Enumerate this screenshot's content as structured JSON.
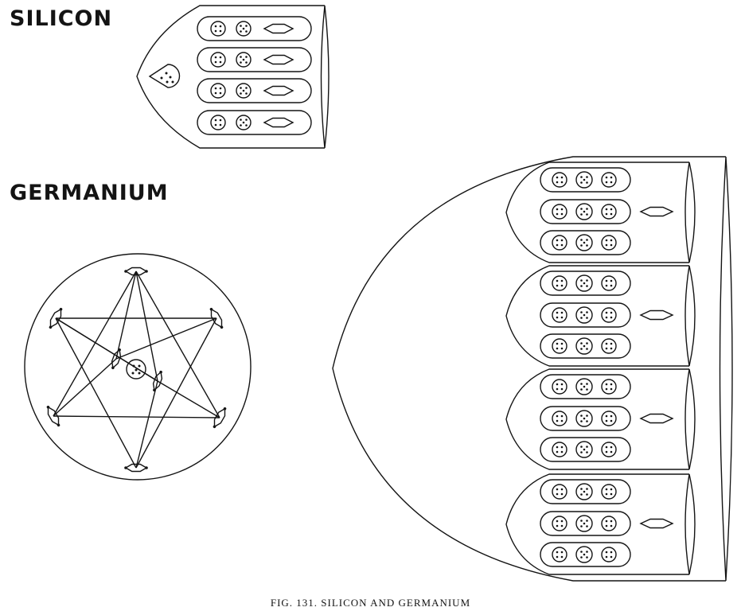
{
  "figure": {
    "silicon_label": "SILICON",
    "germanium_label": "GERMANIUM",
    "caption": "FIG. 131. SILICON AND GERMANIUM"
  },
  "colors": {
    "ink": "#141414",
    "paper": "#ffffff"
  },
  "structure": {
    "silicon_funnel_rows": 4,
    "germanium_outer_groups": 4,
    "germanium_rows_per_group": 3,
    "germanium_star_points": 6
  }
}
